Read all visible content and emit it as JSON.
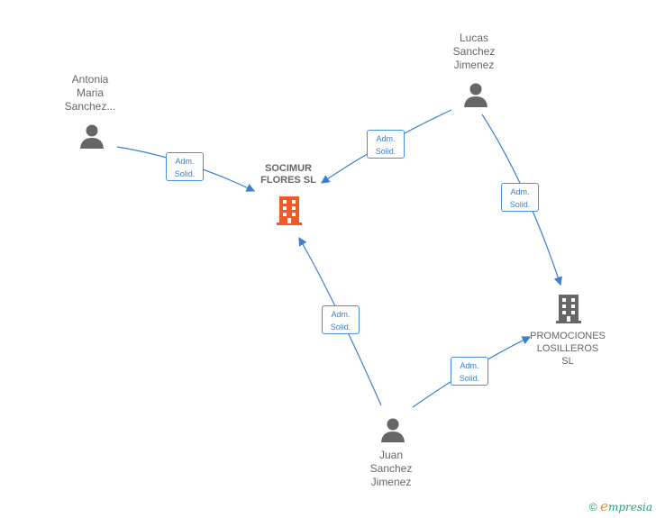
{
  "nodes": {
    "antonia": {
      "lines": [
        "Antonia",
        "Maria",
        "Sanchez..."
      ]
    },
    "lucas": {
      "lines": [
        "Lucas",
        "Sanchez",
        "Jimenez"
      ]
    },
    "juan": {
      "lines": [
        "Juan",
        "Sanchez",
        "Jimenez"
      ]
    },
    "socimur": {
      "lines": [
        "SOCIMUR",
        "FLORES  SL"
      ]
    },
    "promociones": {
      "lines": [
        "PROMOCIONES",
        "LOSILLEROS",
        "SL"
      ]
    }
  },
  "edge_label": {
    "line1": "Adm.",
    "line2": "Solid."
  },
  "colors": {
    "edge": "#3b7fd0",
    "person": "#666666",
    "company_main": "#f05a28",
    "company": "#666666"
  },
  "footer": {
    "copyright": "©",
    "brand_e": "e",
    "brand_rest": "mpresia"
  }
}
